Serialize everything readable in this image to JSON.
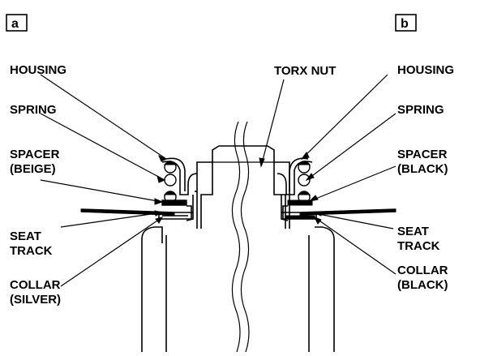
{
  "panels": {
    "a": {
      "tag": "a"
    },
    "b": {
      "tag": "b"
    }
  },
  "labels_left": {
    "housing": "HOUSING",
    "spring": "SPRING",
    "spacer_line1": "SPACER",
    "spacer_line2": "(BEIGE)",
    "seat_line1": "SEAT",
    "seat_line2": "TRACK",
    "collar_line1": "COLLAR",
    "collar_line2": "(SILVER)"
  },
  "labels_right": {
    "torx_nut": "TORX NUT",
    "housing": "HOUSING",
    "spring": "SPRING",
    "spacer_line1": "SPACER",
    "spacer_line2": "(BLACK)",
    "seat_line1": "SEAT",
    "seat_line2": "TRACK",
    "collar_line1": "COLLAR",
    "collar_line2": "(BLACK)"
  }
}
